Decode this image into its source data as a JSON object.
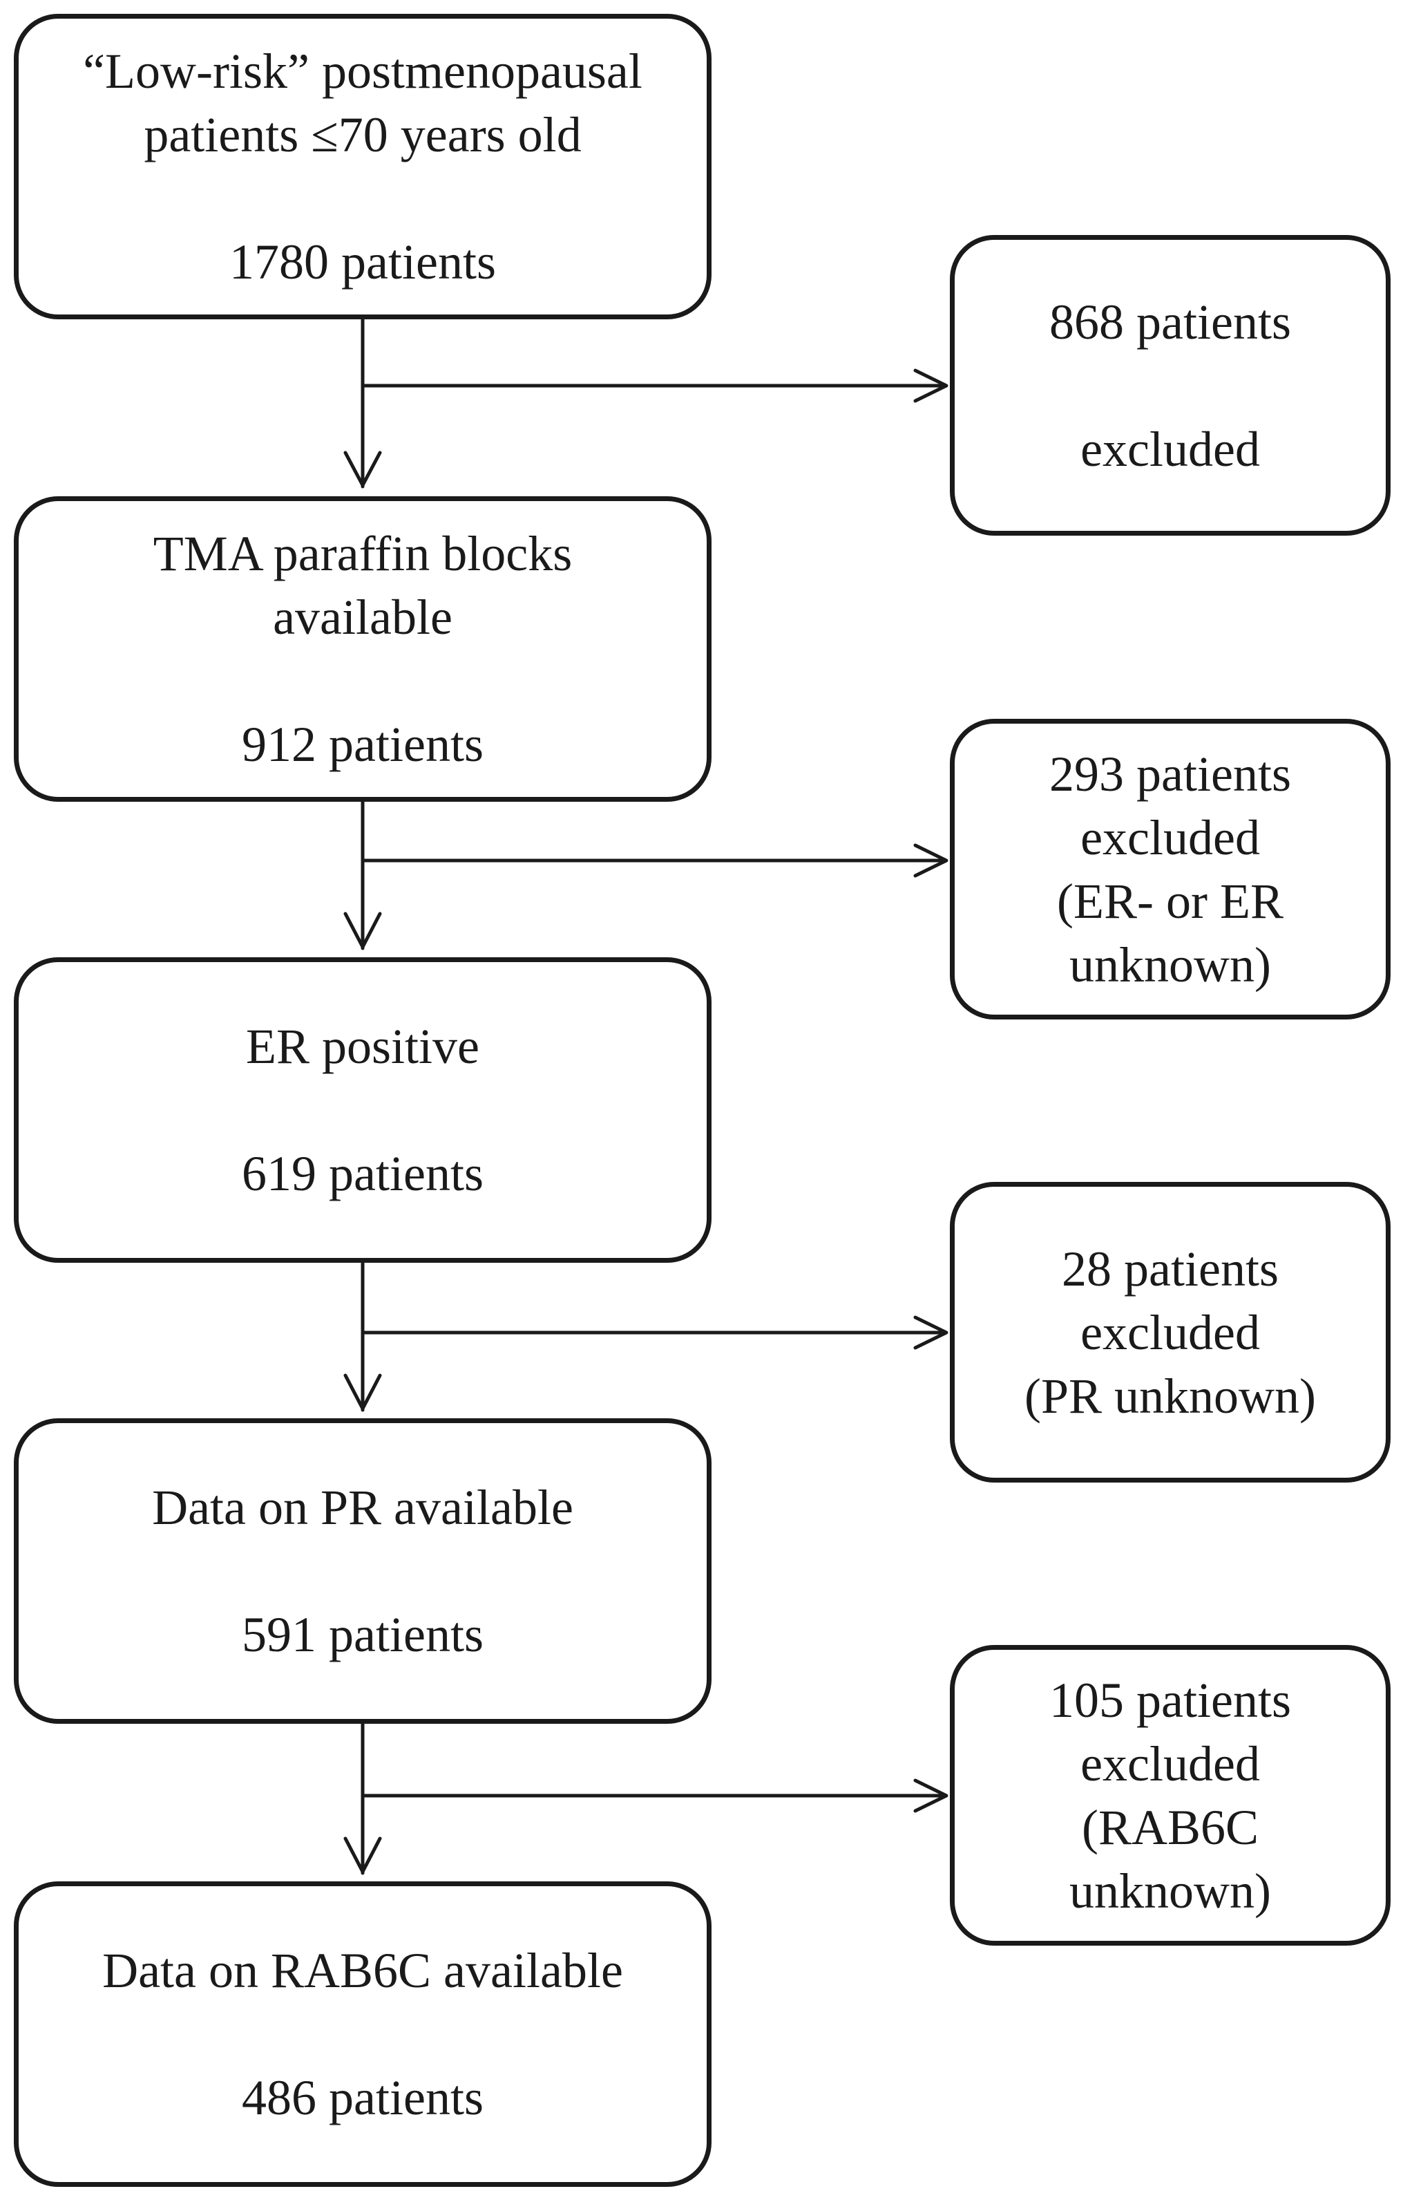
{
  "flowchart": {
    "steps": [
      {
        "line1": "“Low-risk” postmenopausal",
        "line2": "patients ≤70 years old",
        "count": "1780 patients"
      },
      {
        "line1": "TMA paraffin blocks",
        "line2": "available",
        "count": "912 patients"
      },
      {
        "line1": "ER positive",
        "line2": "",
        "count": "619 patients"
      },
      {
        "line1": "Data on PR available",
        "line2": "",
        "count": "591 patients"
      },
      {
        "line1": "Data on RAB6C available",
        "line2": "",
        "count": "486 patients"
      }
    ],
    "exclusions": [
      {
        "lines": [
          "868 patients",
          "",
          "excluded"
        ]
      },
      {
        "lines": [
          "293 patients",
          "excluded",
          "(ER- or ER",
          "unknown)"
        ]
      },
      {
        "lines": [
          "28 patients",
          "excluded",
          "(PR unknown)"
        ]
      },
      {
        "lines": [
          "105 patients",
          "excluded",
          "(RAB6C",
          "unknown)"
        ]
      }
    ]
  }
}
